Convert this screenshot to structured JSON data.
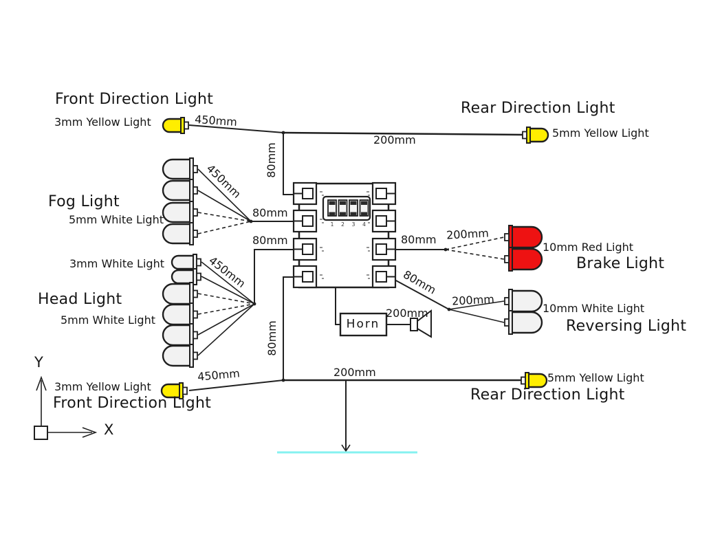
{
  "colors": {
    "led_yellow": "#ffee00",
    "led_red": "#ee1212",
    "led_white": "#f2f2f2",
    "outline": "#1f1f1f",
    "wire": "#202020",
    "ground": "#85f2f0"
  },
  "sections": {
    "front_direction_top": {
      "title": "Front Direction Light",
      "spec": "3mm Yellow Light",
      "wire": "450mm"
    },
    "rear_direction_top": {
      "title": "Rear Direction Light",
      "spec": "5mm Yellow Light",
      "wire": "200mm"
    },
    "fog": {
      "title": "Fog Light",
      "spec": "5mm White Light",
      "bundle_wire": "450mm",
      "feed_wire": "80mm"
    },
    "head": {
      "title": "Head Light",
      "spec_3mm": "3mm White Light",
      "spec_5mm": "5mm White Light",
      "bundle_wire": "450mm",
      "feed_wire": "80mm"
    },
    "brake": {
      "title": "Brake Light",
      "spec": "10mm Red Light",
      "feed_wire": "80mm",
      "bundle_wire": "200mm"
    },
    "reversing": {
      "title": "Reversing Light",
      "spec": "10mm White Light",
      "feed_wire": "80mm",
      "bundle_wire": "200mm"
    },
    "front_direction_bottom": {
      "title": "Front Direction Light",
      "spec": "3mm Yellow Light",
      "wire": "450mm"
    },
    "rear_direction_bottom": {
      "title": "Rear Direction Light",
      "spec": "5mm Yellow Light",
      "wire": "200mm"
    },
    "horn": {
      "label": "Horn",
      "wire": "200mm"
    }
  },
  "risers": {
    "top": "80mm",
    "bottom_left": "80mm"
  },
  "controller": {
    "dip_numbers": [
      "1",
      "2",
      "3",
      "4"
    ]
  },
  "axis": {
    "x": "X",
    "y": "Y"
  }
}
